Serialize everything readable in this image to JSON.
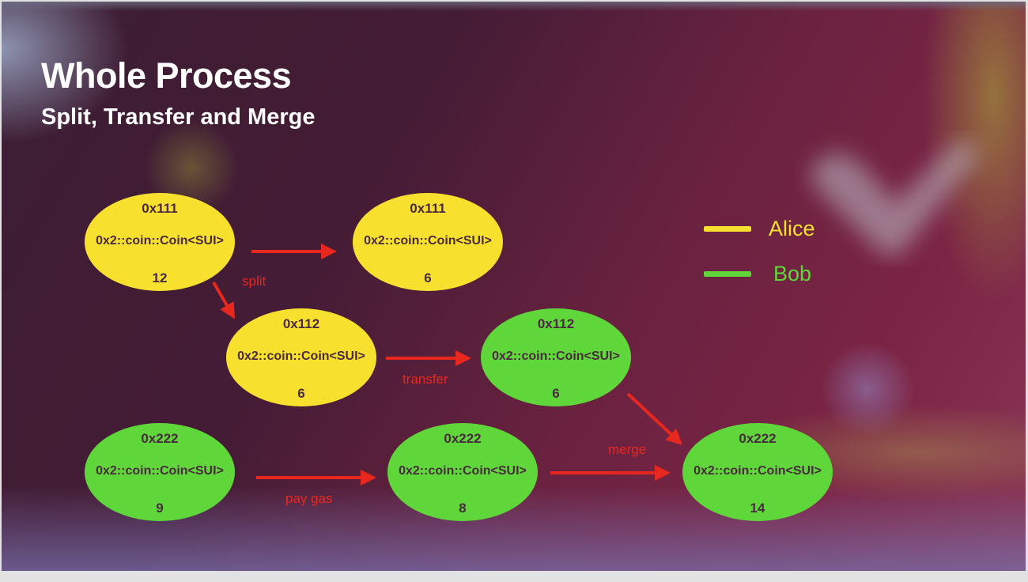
{
  "title": "Whole Process",
  "subtitle": "Split, Transfer and Merge",
  "colors": {
    "alice": "#f7e12e",
    "bob": "#5fd63a",
    "arrow": "#e8281e",
    "text_on_node": "#4a2a40"
  },
  "legend": [
    {
      "label": "Alice",
      "color": "#f7e12e"
    },
    {
      "label": "Bob",
      "color": "#5fd63a"
    }
  ],
  "nodes": [
    {
      "id": "n1",
      "owner": "Alice",
      "address": "0x111",
      "type": "0x2::coin::Coin<SUI>",
      "value": "12"
    },
    {
      "id": "n2",
      "owner": "Alice",
      "address": "0x111",
      "type": "0x2::coin::Coin<SUI>",
      "value": "6"
    },
    {
      "id": "n3",
      "owner": "Alice",
      "address": "0x112",
      "type": "0x2::coin::Coin<SUI>",
      "value": "6"
    },
    {
      "id": "n4",
      "owner": "Bob",
      "address": "0x112",
      "type": "0x2::coin::Coin<SUI>",
      "value": "6"
    },
    {
      "id": "n5",
      "owner": "Bob",
      "address": "0x222",
      "type": "0x2::coin::Coin<SUI>",
      "value": "9"
    },
    {
      "id": "n6",
      "owner": "Bob",
      "address": "0x222",
      "type": "0x2::coin::Coin<SUI>",
      "value": "8"
    },
    {
      "id": "n7",
      "owner": "Bob",
      "address": "0x222",
      "type": "0x2::coin::Coin<SUI>",
      "value": "14"
    }
  ],
  "edges": [
    {
      "from": "n1",
      "to": "n2",
      "label": "split"
    },
    {
      "from": "n1",
      "to": "n3",
      "label": ""
    },
    {
      "from": "n3",
      "to": "n4",
      "label": "transfer"
    },
    {
      "from": "n5",
      "to": "n6",
      "label": "pay gas"
    },
    {
      "from": "n6",
      "to": "n7",
      "label": "merge"
    },
    {
      "from": "n4",
      "to": "n7",
      "label": ""
    }
  ]
}
